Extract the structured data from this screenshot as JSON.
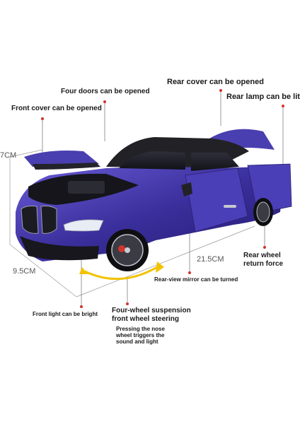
{
  "callouts": {
    "rear_cover": "Rear cover can be opened",
    "four_doors": "Four doors can be opened",
    "rear_lamp": "Rear lamp can be lit",
    "front_cover": "Front cover can be opened",
    "rear_wheel_line1": "Rear wheel",
    "rear_wheel_line2": "return force",
    "mirror": "Rear-view mirror can be turned",
    "front_light": "Front light can be bright",
    "suspension_line1": "Four-wheel suspension",
    "suspension_line2": "front wheel steering",
    "nose_line1": "Pressing the nose",
    "nose_line2": "wheel triggers the",
    "nose_line3": "sound and light"
  },
  "dimensions": {
    "height": "7CM",
    "width": "9.5CM",
    "length": "21.5CM"
  },
  "colors": {
    "body": "#3a2f9c",
    "body_highlight": "#6a5bd6",
    "roof": "#222226",
    "callout_dot": "#d0342c",
    "arrow": "#f2c200"
  }
}
